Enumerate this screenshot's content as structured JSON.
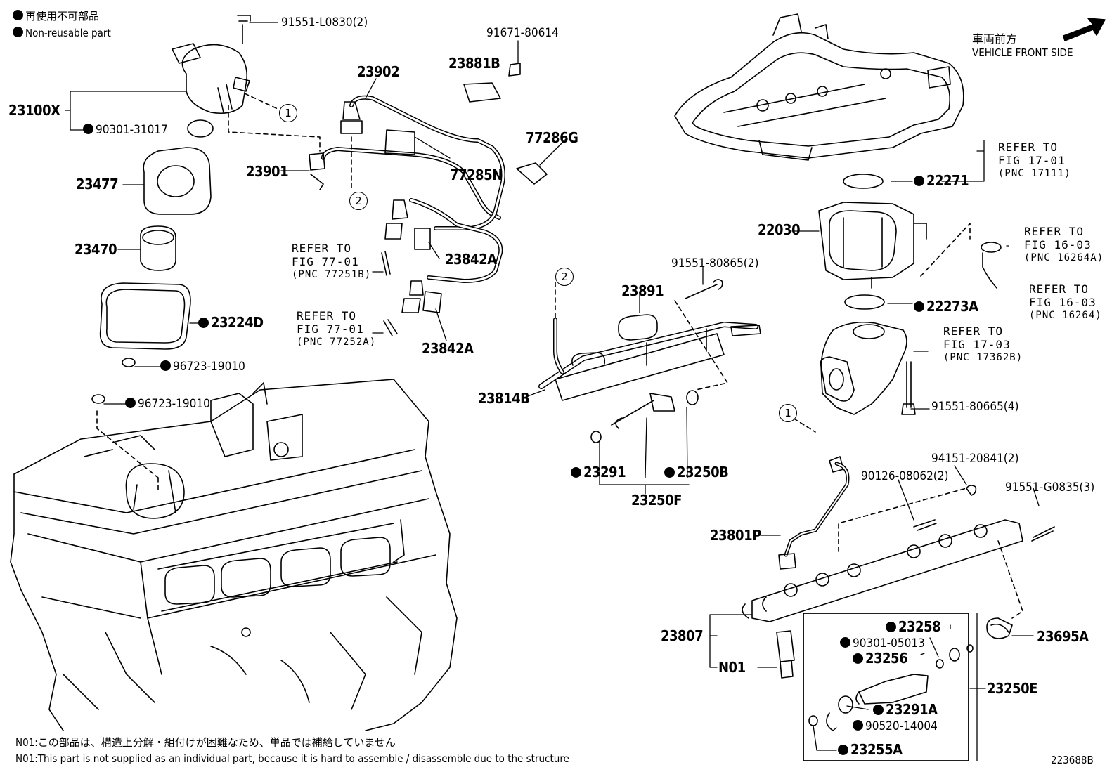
{
  "legend": {
    "jp": "再使用不可部品",
    "en": "Non-reusable part"
  },
  "direction": {
    "jp": "車両前方",
    "en": "VEHICLE FRONT SIDE"
  },
  "callouts": {
    "c1": "1",
    "c2": "2"
  },
  "parts": {
    "p91551_L0830": "91551-L0830(2)",
    "p23100X": "23100X",
    "p90301_31017": "90301-31017",
    "p23477": "23477",
    "p23470": "23470",
    "p23224D": "23224D",
    "p96723_19010_a": "96723-19010",
    "p96723_19010_b": "96723-19010",
    "p91671_80614": "91671-80614",
    "p23902": "23902",
    "p23881B": "23881B",
    "p77286G": "77286G",
    "p23901": "23901",
    "p77285N": "77285N",
    "p23842A_a": "23842A",
    "p23842A_b": "23842A",
    "p23891": "23891",
    "p91551_80865": "91551-80865(2)",
    "p23814B": "23814B",
    "p23291": "23291",
    "p23250B": "23250B",
    "p23250F": "23250F",
    "p22271": "22271",
    "p22030": "22030",
    "p22273A": "22273A",
    "p91551_80665": "91551-80665(4)",
    "p94151_20841": "94151-20841(2)",
    "p90126_08062": "90126-08062(2)",
    "p91551_G0835": "91551-G0835(3)",
    "p23801P": "23801P",
    "p23807": "23807",
    "pN01": "N01",
    "p23258": "23258",
    "p90301_05013": "90301-05013",
    "p23256": "23256",
    "p23250E": "23250E",
    "p23695A": "23695A",
    "p23291A": "23291A",
    "p90520_14004": "90520-14004",
    "p23255A": "23255A"
  },
  "refs": {
    "r1": {
      "l1": "REFER TO",
      "l2": "FIG 77-01",
      "l3": "(PNC 77251B)"
    },
    "r2": {
      "l1": "REFER TO",
      "l2": "FIG 77-01",
      "l3": "(PNC 77252A)"
    },
    "r3": {
      "l1": "REFER TO",
      "l2": "FIG 17-01",
      "l3": "(PNC 17111)"
    },
    "r4": {
      "l1": "REFER TO",
      "l2": "FIG 16-03",
      "l3": "(PNC 16264A)"
    },
    "r5": {
      "l1": "REFER TO",
      "l2": "FIG 16-03",
      "l3": "(PNC 16264)"
    },
    "r6": {
      "l1": "REFER TO",
      "l2": "FIG 17-03",
      "l3": "(PNC 17362B)"
    }
  },
  "notes": {
    "jp": "N01:この部品は、構造上分解・組付けが困難なため、単品では補給していません",
    "en": "N01:This part is not supplied as an individual part, because it is hard to assemble / disassemble due to the structure"
  },
  "figure_id": "223688B"
}
